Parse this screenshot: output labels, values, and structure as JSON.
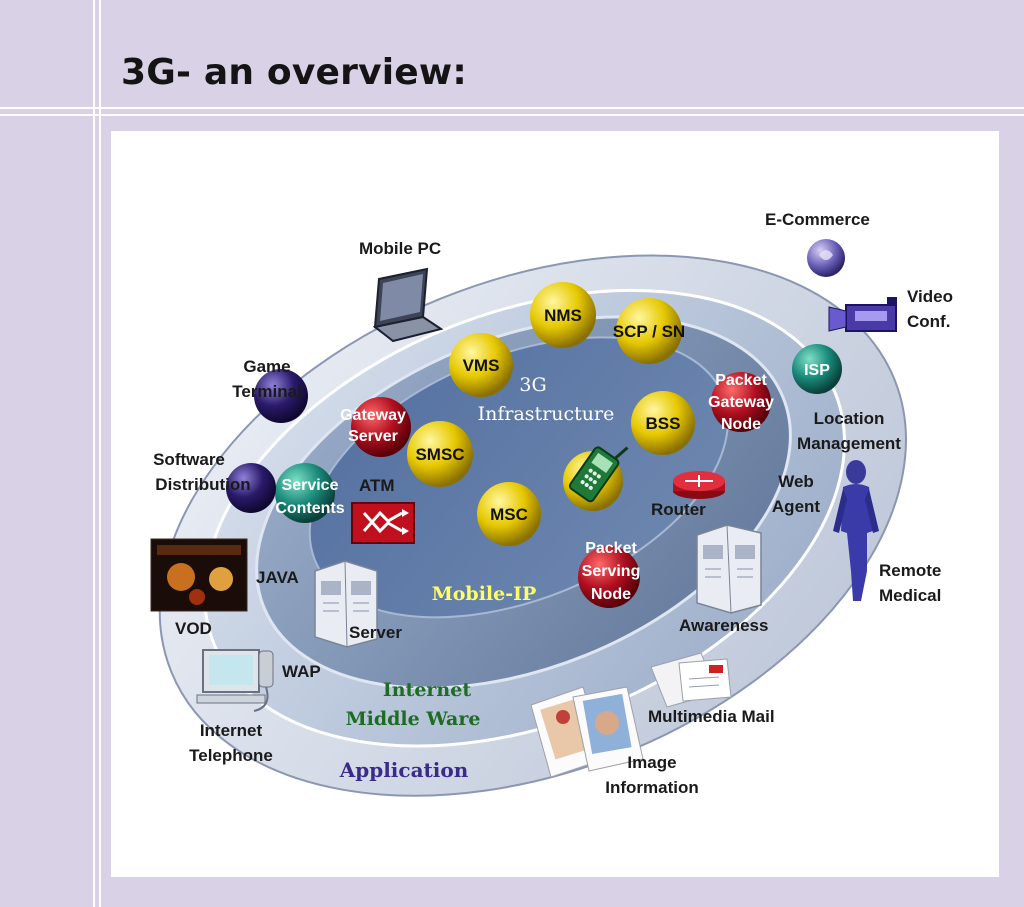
{
  "slide": {
    "title": "3G- an overview:"
  },
  "diagram": {
    "core": {
      "title_line1": "3G",
      "title_line2": "Infrastructure"
    },
    "yellow_nodes": [
      "NMS",
      "SCP / SN",
      "VMS",
      "BSS",
      "SMSC",
      "MSC"
    ],
    "red_nodes": {
      "gateway_server": [
        "Gateway",
        "Server"
      ],
      "packet_gateway_node": [
        "Packet",
        "Gateway",
        "Node"
      ],
      "packet_serving_node": [
        "Packet",
        "Serving",
        "Node"
      ]
    },
    "teal_nodes": {
      "service_contents": [
        "Service",
        "Contents"
      ],
      "isp": "ISP"
    },
    "ring_labels": {
      "mobile_ip": "Mobile-IP",
      "middleware_line1": "Internet",
      "middleware_line2": "Middle Ware",
      "application": "Application"
    },
    "devices": {
      "atm": "ATM",
      "router": "Router",
      "server": "Server",
      "awareness": "Awareness",
      "java": "JAVA",
      "wap": "WAP"
    },
    "applications": {
      "mobile_pc": "Mobile PC",
      "game_terminal": [
        "Game",
        "Terminal"
      ],
      "software_distribution": [
        "Software",
        "Distribution"
      ],
      "vod": "VOD",
      "internet_telephone": [
        "Internet",
        "Telephone"
      ],
      "image_information": [
        "Image",
        "Information"
      ],
      "multimedia_mail": "Multimedia Mail",
      "remote_medical": [
        "Remote",
        "Medical"
      ],
      "web_agent": [
        "Web",
        "Agent"
      ],
      "location_management": [
        "Location",
        "Management"
      ],
      "video_conf": [
        "Video",
        "Conf."
      ],
      "e_commerce": "E-Commerce"
    },
    "colors": {
      "yellow_node": "#e6c800",
      "red_node": "#b01020",
      "teal_node": "#1a8a7a",
      "navy_node": "#2a1a6a",
      "outer_ring": "#d4dbe8",
      "mid_ring": "#b8c6dc",
      "inner_ring": "#7f97b8",
      "core": "#5d7aa3"
    }
  }
}
